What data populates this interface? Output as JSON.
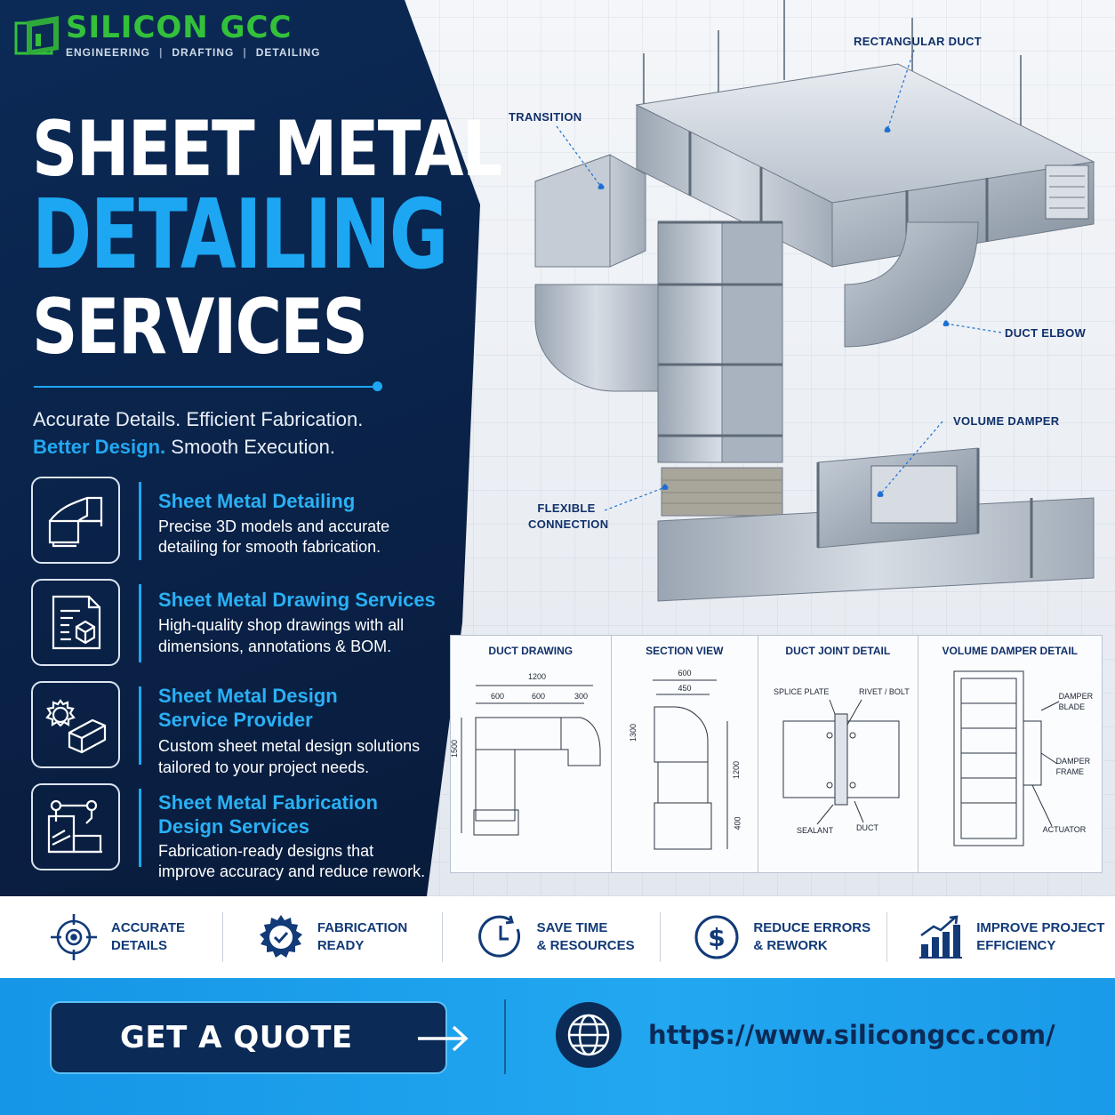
{
  "brand": {
    "name": "SILICON GCC",
    "tagline_items": [
      "ENGINEERING",
      "DRAFTING",
      "DETAILING"
    ],
    "colors": {
      "navy": "#0b2a56",
      "accent_blue": "#1da7f3",
      "logo_green": "#33c13b"
    }
  },
  "headline": {
    "line1": "SHEET METAL",
    "line2": "DETAILING",
    "line3": "SERVICES"
  },
  "tagline": {
    "line1": "Accurate Details. Efficient Fabrication.",
    "line2_accent": "Better Design.",
    "line2_rest": " Smooth Execution."
  },
  "services": [
    {
      "icon": "duct-elbow-icon",
      "title": "Sheet Metal Detailing",
      "desc1": "Precise 3D models and accurate",
      "desc2": "detailing for smooth fabrication."
    },
    {
      "icon": "shop-drawing-icon",
      "title": "Sheet Metal Drawing Services",
      "desc1": "High-quality shop drawings with all",
      "desc2": "dimensions, annotations & BOM."
    },
    {
      "icon": "gear-duct-icon",
      "title1": "Sheet Metal Design",
      "title2": "Service Provider",
      "desc1": "Custom sheet metal design solutions",
      "desc2": "tailored to your project needs."
    },
    {
      "icon": "fabrication-machine-icon",
      "title1": "Sheet Metal Fabrication",
      "title2": "Design Services",
      "desc1": "Fabrication-ready designs that",
      "desc2": "improve accuracy and reduce rework."
    }
  ],
  "callouts": {
    "transition": "TRANSITION",
    "rectangular_duct": "RECTANGULAR DUCT",
    "duct_elbow": "DUCT ELBOW",
    "volume_damper": "VOLUME DAMPER",
    "flexible_connection_1": "FLEXIBLE",
    "flexible_connection_2": "CONNECTION"
  },
  "drawings": {
    "duct_drawing": {
      "title": "DUCT DRAWING",
      "dims": [
        "1200",
        "600",
        "600",
        "300",
        "1500"
      ]
    },
    "section_view": {
      "title": "SECTION VIEW",
      "dims": [
        "600",
        "450",
        "1300",
        "1200",
        "400"
      ]
    },
    "duct_joint_detail": {
      "title": "DUCT JOINT DETAIL",
      "labels": [
        "SPLICE PLATE",
        "RIVET / BOLT",
        "SEALANT",
        "DUCT"
      ]
    },
    "volume_damper_detail": {
      "title": "VOLUME DAMPER DETAIL",
      "labels": [
        "DAMPER",
        "BLADE",
        "DAMPER",
        "FRAME",
        "ACTUATOR"
      ]
    }
  },
  "benefits": [
    {
      "icon": "target-icon",
      "line1": "ACCURATE",
      "line2": "DETAILS"
    },
    {
      "icon": "gear-check-icon",
      "line1": "FABRICATION",
      "line2": "READY"
    },
    {
      "icon": "clock-icon",
      "line1": "SAVE TIME",
      "line2": "& RESOURCES"
    },
    {
      "icon": "dollar-icon",
      "line1": "REDUCE ERRORS",
      "line2": "& REWORK"
    },
    {
      "icon": "bar-chart-up-icon",
      "line1": "IMPROVE PROJECT",
      "line2": "EFFICIENCY"
    }
  ],
  "cta": {
    "button_label": "GET A QUOTE",
    "url": "https://www.silicongcc.com/"
  }
}
